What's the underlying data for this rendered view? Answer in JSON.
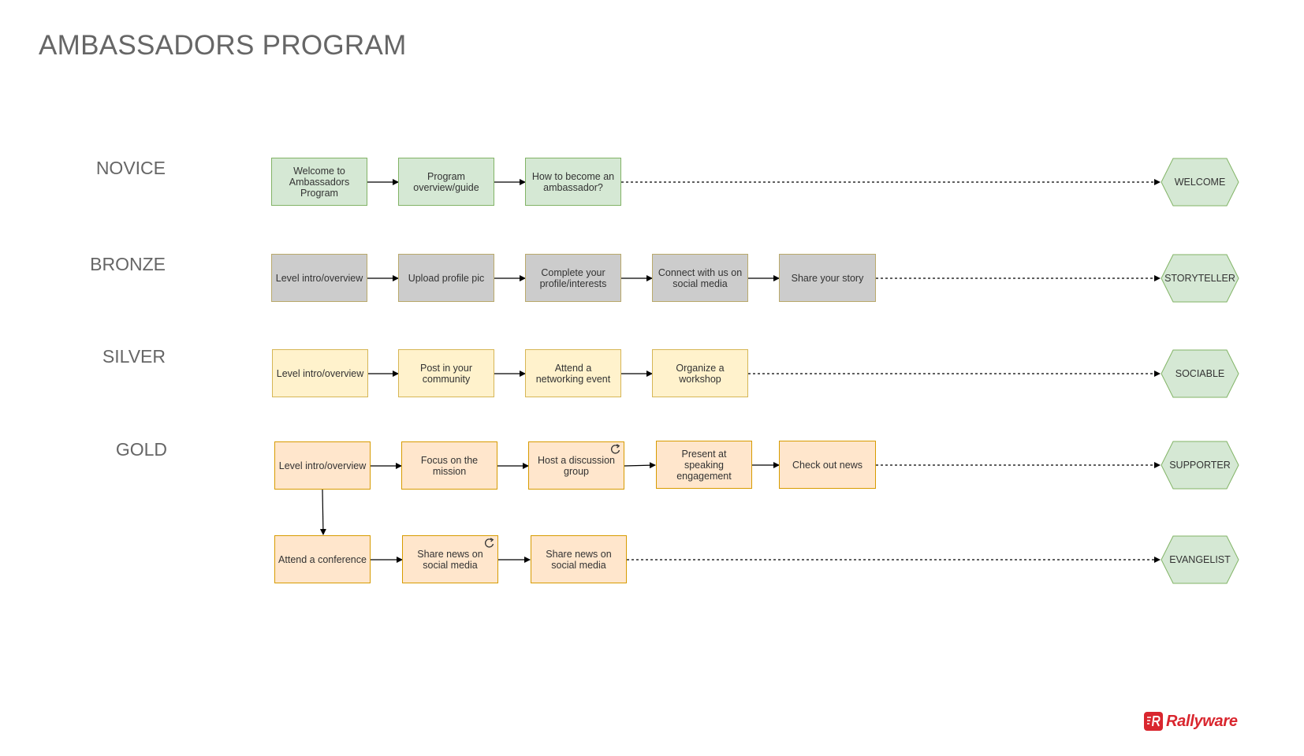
{
  "title": "AMBASSADORS PROGRAM",
  "colors": {
    "green_fill": "#d5e8d4",
    "green_stroke": "#82b366",
    "gray_fill": "#cccccc",
    "yellow_fill": "#fff2cc",
    "orange_fill": "#ffe6cc",
    "text": "#333333",
    "brand": "#d9262e"
  },
  "levels": {
    "novice": "NOVICE",
    "bronze": "BRONZE",
    "silver": "SILVER",
    "gold": "GOLD"
  },
  "novice_steps": [
    "Welcome to Ambassadors Program",
    "Program overview/guide",
    "How to become an ambassador?"
  ],
  "bronze_steps": [
    "Level intro/overview",
    "Upload profile pic",
    "Complete your profile/interests",
    "Connect with us on social media",
    "Share your story"
  ],
  "silver_steps": [
    "Level intro/overview",
    "Post in your community",
    "Attend a networking event",
    "Organize a workshop"
  ],
  "gold_steps": [
    "Level intro/overview",
    "Focus on the mission",
    "Host a discussion group",
    "Present at speaking engagement",
    "Check out news"
  ],
  "gold_steps_2": [
    "Attend a conference",
    "Share news on social media",
    "Share news on social media"
  ],
  "badges": {
    "welcome": "WELCOME",
    "storyteller": "STORYTELLER",
    "sociable": "SOCIABLE",
    "supporter": "SUPPORTER",
    "evangelist": "EVANGELIST"
  },
  "icons": {
    "recurring": "cycle-icon",
    "logo": "rallyware-logo-icon"
  },
  "logo_text": "Rallyware"
}
